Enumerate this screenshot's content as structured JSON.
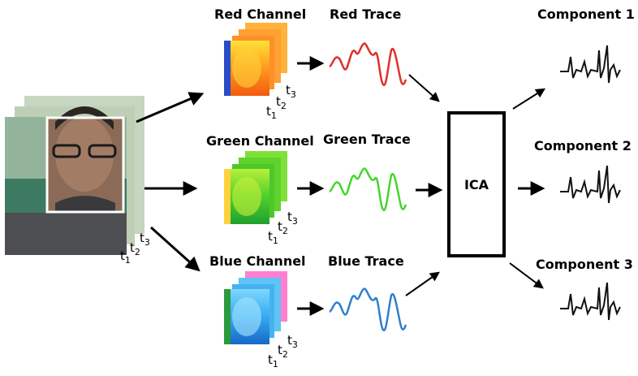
{
  "channels": [
    {
      "label": "Red Channel",
      "trace_label": "Red Trace",
      "color": "#e0302a"
    },
    {
      "label": "Green Channel",
      "trace_label": "Green Trace",
      "color": "#44d62c"
    },
    {
      "label": "Blue Channel",
      "trace_label": "Blue Trace",
      "color": "#2f7fd0"
    }
  ],
  "ica_label": "ICA",
  "components": [
    "Component 1",
    "Component 2",
    "Component 3"
  ],
  "time_labels": {
    "t": "t",
    "s1": "1",
    "s2": "2",
    "s3": "3"
  }
}
